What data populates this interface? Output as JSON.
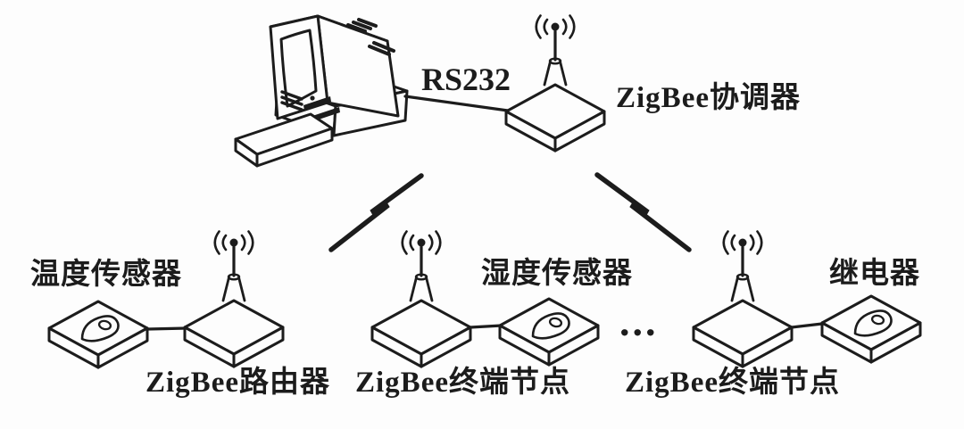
{
  "diagram": {
    "title_semantics": "ZigBee wireless sensor network topology",
    "ink_color": "#1c1c1c",
    "background_color": "#fdfdfd",
    "host": {
      "icon": "desktop-computer",
      "link_label": "RS232"
    },
    "coordinator": {
      "label": "ZigBee协调器",
      "icon": "zigbee-device-with-antenna"
    },
    "wireless_links": [
      {
        "icon": "lightning-bolt",
        "from": "coordinator",
        "to": "router"
      },
      {
        "icon": "lightning-bolt",
        "from": "coordinator",
        "to": "end-node-2"
      }
    ],
    "groups": [
      {
        "device_label": "ZigBee路由器",
        "peripheral_label": "温度传感器",
        "device_icon": "zigbee-device-with-antenna",
        "peripheral_icon": "sensor-box"
      },
      {
        "device_label": "ZigBee终端节点",
        "peripheral_label": "湿度传感器",
        "device_icon": "zigbee-device-with-antenna",
        "peripheral_icon": "sensor-box"
      },
      {
        "device_label": "ZigBee终端节点",
        "peripheral_label": "继电器",
        "device_icon": "zigbee-device-with-antenna",
        "peripheral_icon": "sensor-box"
      }
    ],
    "ellipsis": "..."
  }
}
